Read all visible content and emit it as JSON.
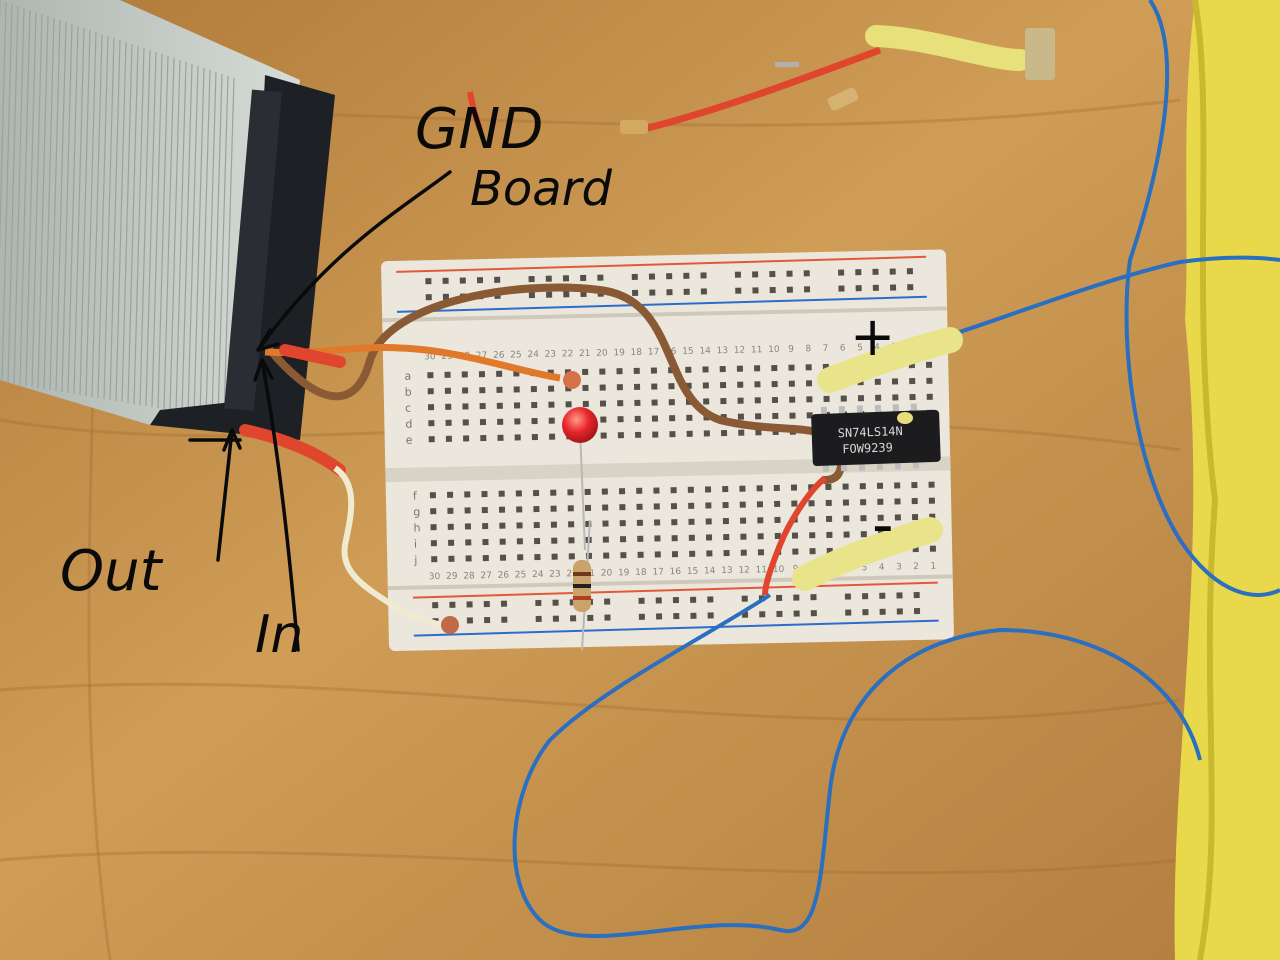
{
  "annotations": {
    "gnd": "GND",
    "board": "Board",
    "out": "Out",
    "in": "In",
    "plus": "+",
    "minus": "-"
  },
  "chip": {
    "line1": "SN74LS14N",
    "line2": "FOW9239"
  },
  "breadboard": {
    "row_letters_top": [
      "a",
      "b",
      "c",
      "d",
      "e"
    ],
    "row_letters_bottom": [
      "f",
      "g",
      "h",
      "i",
      "j"
    ],
    "column_numbers": [
      "30",
      "29",
      "28",
      "27",
      "26",
      "25",
      "24",
      "23",
      "22",
      "21",
      "20",
      "19",
      "18",
      "17",
      "16",
      "15",
      "14",
      "13",
      "12",
      "11",
      "10",
      "9",
      "8",
      "7",
      "6",
      "5",
      "4",
      "3",
      "2",
      "1"
    ]
  },
  "colors": {
    "wood": "#c9964a",
    "breadboard": "#ece7dc",
    "wire_blue": "#2a6fc0",
    "wire_red": "#e0452e",
    "wire_brown": "#8a5a35",
    "led": "#e8262b",
    "ribbon": "#c9cfca",
    "yellow_foam": "#e9d94a"
  }
}
